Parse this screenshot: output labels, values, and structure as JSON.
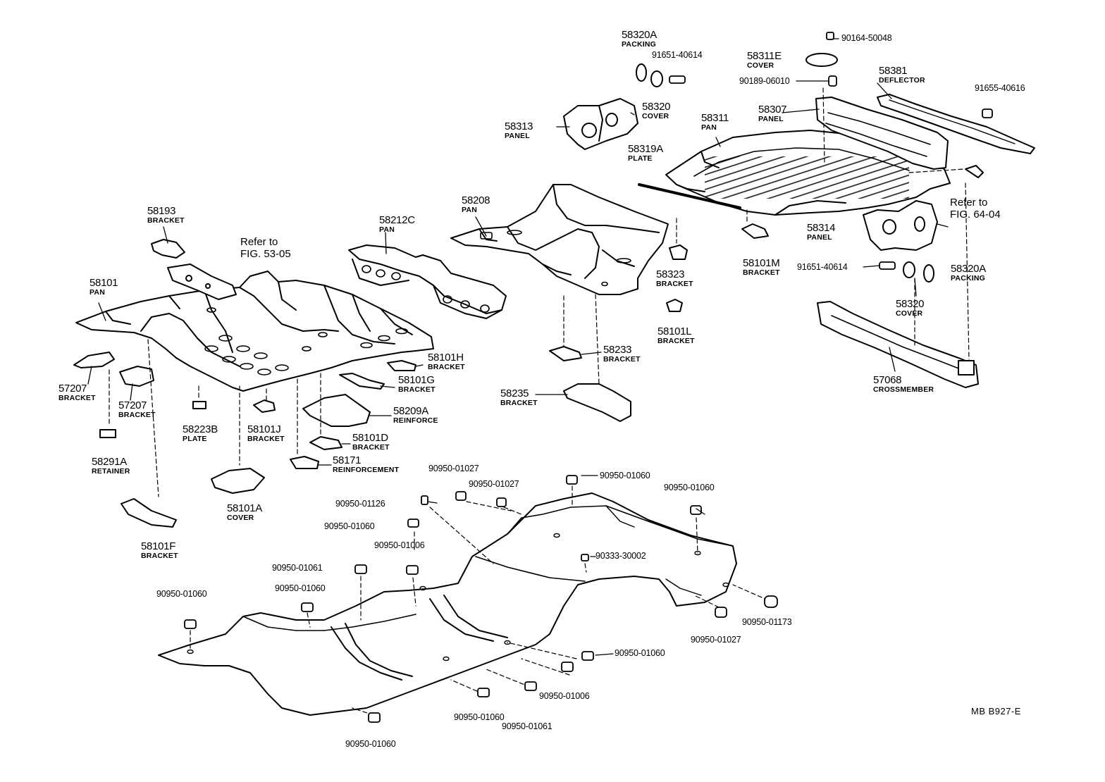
{
  "diagram_code": "MB  B927-E",
  "callouts": [
    {
      "id": "58320A-top",
      "number": "58320A",
      "caption": "PACKING"
    },
    {
      "id": "91651-40614-top",
      "number": "91651-40614",
      "caption": ""
    },
    {
      "id": "58320-top",
      "number": "58320",
      "caption": "COVER"
    },
    {
      "id": "58313",
      "number": "58313",
      "caption": "PANEL"
    },
    {
      "id": "90164-50048",
      "number": "90164-50048",
      "caption": ""
    },
    {
      "id": "58311E",
      "number": "58311E",
      "caption": "COVER"
    },
    {
      "id": "90189-06010",
      "number": "90189-06010",
      "caption": ""
    },
    {
      "id": "58381",
      "number": "58381",
      "caption": "DEFLECTOR"
    },
    {
      "id": "91655-40616",
      "number": "91655-40616",
      "caption": ""
    },
    {
      "id": "58307",
      "number": "58307",
      "caption": "PANEL"
    },
    {
      "id": "58311",
      "number": "58311",
      "caption": "PAN"
    },
    {
      "id": "58319A",
      "number": "58319A",
      "caption": "PLATE"
    },
    {
      "id": "58208",
      "number": "58208",
      "caption": "PAN"
    },
    {
      "id": "58212C",
      "number": "58212C",
      "caption": "PAN"
    },
    {
      "id": "58193",
      "number": "58193",
      "caption": "BRACKET"
    },
    {
      "id": "58101",
      "number": "58101",
      "caption": "PAN"
    },
    {
      "id": "58101H",
      "number": "58101H",
      "caption": "BRACKET"
    },
    {
      "id": "58101G",
      "number": "58101G",
      "caption": "BRACKET"
    },
    {
      "id": "58209A",
      "number": "58209A",
      "caption": "REINFORCE"
    },
    {
      "id": "58101D",
      "number": "58101D",
      "caption": "BRACKET"
    },
    {
      "id": "58171",
      "number": "58171",
      "caption": "REINFORCEMENT"
    },
    {
      "id": "58101J",
      "number": "58101J",
      "caption": "BRACKET"
    },
    {
      "id": "58223B",
      "number": "58223B",
      "caption": "PLATE"
    },
    {
      "id": "57207-a",
      "number": "57207",
      "caption": "BRACKET"
    },
    {
      "id": "57207-b",
      "number": "57207",
      "caption": "BRACKET"
    },
    {
      "id": "58291A",
      "number": "58291A",
      "caption": "RETAINER"
    },
    {
      "id": "58101A",
      "number": "58101A",
      "caption": "COVER"
    },
    {
      "id": "58101F",
      "number": "58101F",
      "caption": "BRACKET"
    },
    {
      "id": "58323",
      "number": "58323",
      "caption": "BRACKET"
    },
    {
      "id": "58101M",
      "number": "58101M",
      "caption": "BRACKET"
    },
    {
      "id": "58101L",
      "number": "58101L",
      "caption": "BRACKET"
    },
    {
      "id": "58233",
      "number": "58233",
      "caption": "BRACKET"
    },
    {
      "id": "58235",
      "number": "58235",
      "caption": "BRACKET"
    },
    {
      "id": "58314",
      "number": "58314",
      "caption": "PANEL"
    },
    {
      "id": "91651-40614-right",
      "number": "91651-40614",
      "caption": ""
    },
    {
      "id": "58320A-right",
      "number": "58320A",
      "caption": "PACKING"
    },
    {
      "id": "58320-right",
      "number": "58320",
      "caption": "COVER"
    },
    {
      "id": "57068",
      "number": "57068",
      "caption": "CROSSMEMBER"
    }
  ],
  "references": [
    {
      "id": "ref-53-05",
      "line1": "Refer to",
      "line2": "FIG. 53-05"
    },
    {
      "id": "ref-64-04",
      "line1": "Refer to",
      "line2": "FIG. 64-04"
    }
  ],
  "plugs": [
    {
      "id": "p1",
      "number": "90950-01027"
    },
    {
      "id": "p2",
      "number": "90950-01027"
    },
    {
      "id": "p3",
      "number": "90950-01060"
    },
    {
      "id": "p4",
      "number": "90950-01060"
    },
    {
      "id": "p5",
      "number": "90950-01126"
    },
    {
      "id": "p6",
      "number": "90950-01060"
    },
    {
      "id": "p7",
      "number": "90950-01006"
    },
    {
      "id": "p8",
      "number": "90333-30002"
    },
    {
      "id": "p9",
      "number": "90950-01061"
    },
    {
      "id": "p10",
      "number": "90950-01060"
    },
    {
      "id": "p11",
      "number": "90950-01060"
    },
    {
      "id": "p12",
      "number": "90950-01173"
    },
    {
      "id": "p13",
      "number": "90950-01027"
    },
    {
      "id": "p14",
      "number": "90950-01060"
    },
    {
      "id": "p15",
      "number": "90950-01006"
    },
    {
      "id": "p16",
      "number": "90950-01060"
    },
    {
      "id": "p17",
      "number": "90950-01061"
    },
    {
      "id": "p18",
      "number": "90950-01060"
    }
  ]
}
